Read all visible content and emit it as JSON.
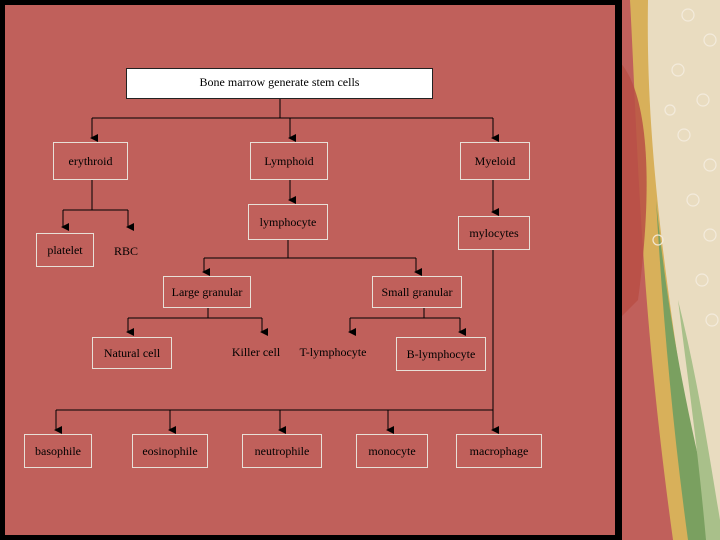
{
  "diagram": {
    "root": "Bone marrow generate stem cells",
    "nodes": {
      "erythroid": "erythroid",
      "lymphoid": "Lymphoid",
      "myeloid": "Myeloid",
      "lymphocyte": "lymphocyte",
      "mylocytes": "mylocytes",
      "platelet": "platelet",
      "rbc": "RBC",
      "large_granular": "Large granular",
      "small_granular": "Small granular",
      "natural_cell": "Natural cell",
      "killer_cell": "Killer cell",
      "t_lymphocyte": "T-lymphocyte",
      "b_lymphocyte": "B-lymphocyte",
      "basophile": "basophile",
      "eosinophile": "eosinophile",
      "neutrophile": "neutrophile",
      "monocyte": "monocyte",
      "macrophage": "macrophage"
    }
  },
  "colors": {
    "background": "#c0605b",
    "frame": "#000000",
    "connector": "#000000",
    "box_border": "#e8e0d8",
    "root_fill": "#ffffff"
  }
}
